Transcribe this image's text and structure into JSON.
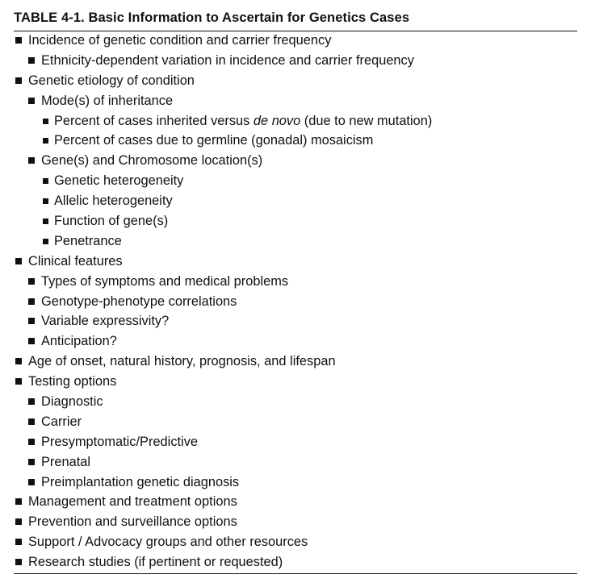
{
  "table": {
    "title": "TABLE 4-1.  Basic Information to Ascertain for Genetics Cases",
    "items": [
      {
        "level": 1,
        "text": "Incidence of genetic condition and carrier frequency"
      },
      {
        "level": 2,
        "text": "Ethnicity-dependent variation in incidence and carrier frequency"
      },
      {
        "level": 1,
        "text": "Genetic etiology of condition"
      },
      {
        "level": 2,
        "text": "Mode(s) of inheritance"
      },
      {
        "level": 3,
        "text_before": "Percent of cases inherited versus ",
        "text_italic": "de novo",
        "text_after": " (due to new mutation)"
      },
      {
        "level": 3,
        "text": "Percent of cases due to germline (gonadal) mosaicism"
      },
      {
        "level": 2,
        "text": "Gene(s) and Chromosome location(s)"
      },
      {
        "level": 3,
        "text": "Genetic heterogeneity"
      },
      {
        "level": 3,
        "text": "Allelic heterogeneity"
      },
      {
        "level": 3,
        "text": "Function of gene(s)"
      },
      {
        "level": 3,
        "text": "Penetrance"
      },
      {
        "level": 1,
        "text": "Clinical features"
      },
      {
        "level": 2,
        "text": "Types of symptoms and medical problems"
      },
      {
        "level": 2,
        "text": "Genotype-phenotype correlations"
      },
      {
        "level": 2,
        "text": "Variable expressivity?"
      },
      {
        "level": 2,
        "text": "Anticipation?"
      },
      {
        "level": 1,
        "text": "Age of onset, natural history, prognosis, and lifespan"
      },
      {
        "level": 1,
        "text": "Testing options"
      },
      {
        "level": 2,
        "text": "Diagnostic"
      },
      {
        "level": 2,
        "text": "Carrier"
      },
      {
        "level": 2,
        "text": "Presymptomatic/Predictive"
      },
      {
        "level": 2,
        "text": "Prenatal"
      },
      {
        "level": 2,
        "text": "Preimplantation genetic diagnosis"
      },
      {
        "level": 1,
        "text": "Management and treatment options"
      },
      {
        "level": 1,
        "text": "Prevention and surveillance options"
      },
      {
        "level": 1,
        "text": "Support / Advocacy groups and other resources"
      },
      {
        "level": 1,
        "text": "Research studies (if pertinent or requested)"
      }
    ]
  },
  "style": {
    "text_color": "#111111",
    "background": "#ffffff",
    "bullet_icon": "filled-square-bullet-icon"
  }
}
